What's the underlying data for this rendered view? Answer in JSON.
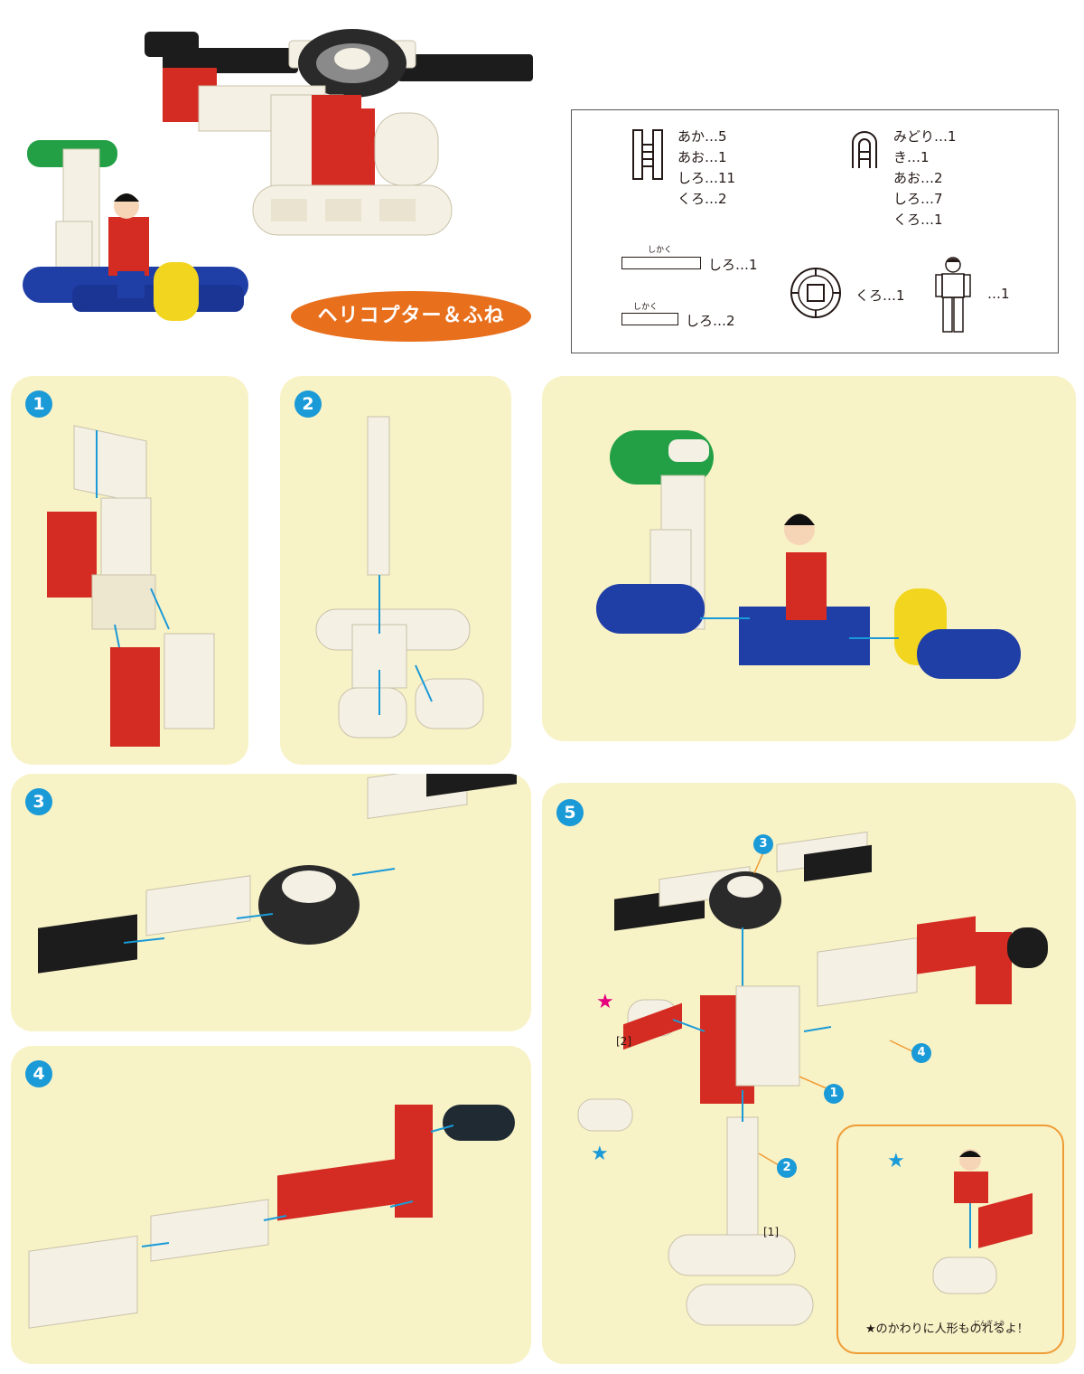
{
  "title": "ヘリコプター＆ふね",
  "colors": {
    "panel_bg": "#f8f2c7",
    "step_blue": "#1a9ad7",
    "badge_orange": "#e86f1c",
    "red": "#d42b22",
    "white_block": "#f4f0e4",
    "black": "#1c1c1c",
    "blue": "#1f3fa6",
    "green": "#23a046",
    "yellow": "#f2d51f",
    "star_pink": "#e6007e",
    "note_border": "#ef9b34"
  },
  "parts": {
    "h_block": {
      "icon": "h-block-icon",
      "items": [
        "あか…5",
        "あお…1",
        "しろ…11",
        "くろ…2"
      ]
    },
    "a_block": {
      "icon": "a-block-icon",
      "items": [
        "みどり…1",
        "き…1",
        "あお…2",
        "しろ…7",
        "くろ…1"
      ]
    },
    "square_long": {
      "ruby": "しかく",
      "count": "しろ…1"
    },
    "square_short": {
      "ruby": "しかく",
      "count": "しろ…2"
    },
    "rotor": {
      "icon": "rotor-disc-icon",
      "count": "くろ…1"
    },
    "figure": {
      "icon": "person-figure-icon",
      "count": "…1"
    }
  },
  "steps": [
    {
      "number": "1"
    },
    {
      "number": "2"
    },
    {
      "number": "3"
    },
    {
      "number": "4"
    },
    {
      "number": "5"
    }
  ],
  "step5": {
    "callouts": [
      "3",
      "4",
      "1",
      "2"
    ],
    "tags": [
      "[1]",
      "[2]"
    ],
    "star": "★",
    "note": "★のかわりに人形ものれるよ！",
    "note_ruby": "にんぎょう"
  }
}
